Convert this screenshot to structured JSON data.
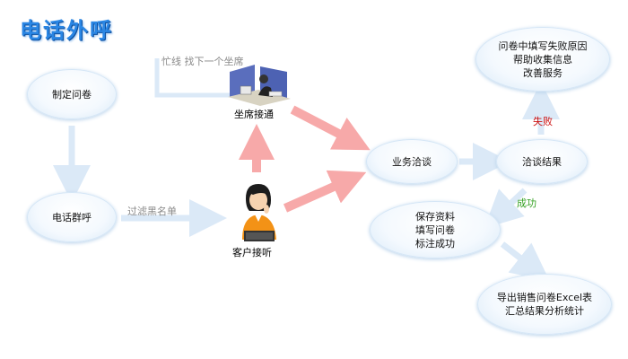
{
  "title": "电话外呼",
  "nodes": {
    "plan": "制定问卷",
    "group_call": "电话群呼",
    "discuss": "业务洽谈",
    "result": "洽谈结果",
    "fail_box": [
      "问卷中填写失败原因",
      "帮助收集信息",
      "改善服务"
    ],
    "success_box": [
      "保存资料",
      "填写问卷",
      "标注成功"
    ],
    "export_box": [
      "导出销售问卷Excel表",
      "汇总结果分析统计"
    ]
  },
  "labels": {
    "busy": "忙线 找下一个坐席",
    "seat": "坐席接通",
    "filter": "过滤黑名单",
    "customer": "客户接听",
    "fail": "失败",
    "success": "成功"
  },
  "icons": {
    "seat": "agent-desk-icon",
    "customer": "customer-on-phone-icon"
  }
}
